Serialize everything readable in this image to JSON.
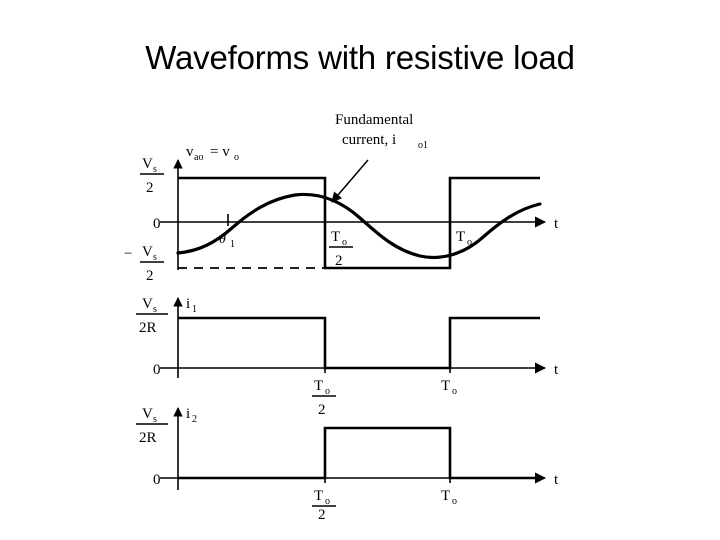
{
  "slide": {
    "title": "Waveforms with resistive load"
  },
  "figure": {
    "annotation": {
      "line1": "Fundamental",
      "line2_prefix": "current, i",
      "line2_subscript": "o1"
    },
    "plots": [
      {
        "id": "voltage",
        "signal_label_main": "v",
        "signal_label_sub": "ao",
        "signal_label_eq": "= v",
        "signal_label_sub2": "o",
        "y_labels": [
          {
            "numerator": "V",
            "numerator_sub": "s",
            "denominator": "2",
            "sign": ""
          },
          {
            "zero": "0"
          },
          {
            "numerator": "V",
            "numerator_sub": "s",
            "denominator": "2",
            "sign": "−"
          }
        ],
        "x_labels": [
          {
            "numerator": "T",
            "numerator_sub": "o",
            "denominator": "2"
          },
          {
            "plain": "T",
            "plain_sub": "o"
          }
        ],
        "axis_label": "t",
        "angle_label": "θ",
        "angle_sub": "1"
      },
      {
        "id": "current-1",
        "signal_label_main": "i",
        "signal_label_sub": "1",
        "y_labels": [
          {
            "numerator": "V",
            "numerator_sub": "s",
            "denominator": "2R"
          },
          {
            "zero": "0"
          }
        ],
        "x_labels": [
          {
            "numerator": "T",
            "numerator_sub": "o",
            "denominator": "2"
          },
          {
            "plain": "T",
            "plain_sub": "o"
          }
        ],
        "axis_label": "t"
      },
      {
        "id": "current-2",
        "signal_label_main": "i",
        "signal_label_sub": "2",
        "y_labels": [
          {
            "numerator": "V",
            "numerator_sub": "s",
            "denominator": "2R"
          },
          {
            "zero": "0"
          }
        ],
        "x_labels": [
          {
            "numerator": "T",
            "numerator_sub": "o",
            "denominator": "2"
          },
          {
            "plain": "T",
            "plain_sub": "o"
          }
        ],
        "axis_label": "t"
      }
    ]
  },
  "chart_data": {
    "type": "line",
    "title": "Waveforms with resistive load",
    "xlabel": "t",
    "ylabel": "",
    "x_tick_labels": [
      "0",
      "To/2",
      "To"
    ],
    "x_tick_values": [
      0,
      0.5,
      1.0
    ],
    "xlim": [
      0,
      1.28
    ],
    "grid": false,
    "legend": "none",
    "subplots": [
      {
        "name": "output-voltage",
        "ylabel": "v_ao = v_o",
        "y_tick_labels": [
          "Vs/2",
          "0",
          "-Vs/2"
        ],
        "y_tick_values": [
          0.5,
          0,
          -0.5
        ],
        "ylim": [
          -0.62,
          0.62
        ],
        "annotations": [
          {
            "text": "Fundamental current, i_o1",
            "points_to_x": 0.52,
            "points_to_y": 0.27
          },
          {
            "text": "theta_1",
            "at_x": 0.07,
            "at_y": 0
          }
        ],
        "series": [
          {
            "name": "v_o (square wave)",
            "type": "square",
            "amplitude": 0.5,
            "period": 1.0,
            "duty": 0.5,
            "x": [
              0,
              0,
              0.5,
              0.5,
              1.0,
              1.0,
              1.28
            ],
            "values": [
              0,
              0.5,
              0.5,
              -0.5,
              -0.5,
              0.5,
              0.5
            ],
            "style": "solid"
          },
          {
            "name": "-Vs/2 reference",
            "type": "reference",
            "x": [
              0,
              0.5
            ],
            "values": [
              -0.5,
              -0.5
            ],
            "style": "dashed"
          },
          {
            "name": "i_o1 (fundamental current)",
            "type": "sine",
            "amplitude": 0.35,
            "period": 1.0,
            "phase_deg": -30,
            "x": [
              0,
              0.08,
              0.17,
              0.25,
              0.33,
              0.42,
              0.5,
              0.58,
              0.67,
              0.75,
              0.83,
              0.92,
              1.0,
              1.08,
              1.17,
              1.25
            ],
            "values": [
              -0.35,
              -0.27,
              -0.13,
              0.05,
              0.22,
              0.32,
              0.35,
              0.31,
              0.19,
              0.02,
              -0.17,
              -0.3,
              -0.35,
              -0.28,
              -0.12,
              0.08
            ],
            "style": "solid"
          }
        ]
      },
      {
        "name": "switch-current-i1",
        "ylabel": "i_1",
        "y_tick_labels": [
          "Vs/2R",
          "0"
        ],
        "y_tick_values": [
          1,
          0
        ],
        "ylim": [
          0,
          1.3
        ],
        "series": [
          {
            "name": "i_1",
            "type": "square",
            "high": 1,
            "low": 0,
            "period": 1.0,
            "duty": 0.5,
            "x": [
              0,
              0,
              0.5,
              0.5,
              1.0,
              1.0,
              1.28
            ],
            "values": [
              0,
              1,
              1,
              0,
              0,
              1,
              1
            ],
            "style": "solid"
          }
        ]
      },
      {
        "name": "switch-current-i2",
        "ylabel": "i_2",
        "y_tick_labels": [
          "Vs/2R",
          "0"
        ],
        "y_tick_values": [
          1,
          0
        ],
        "ylim": [
          0,
          1.3
        ],
        "series": [
          {
            "name": "i_2",
            "type": "square",
            "high": 1,
            "low": 0,
            "period": 1.0,
            "duty": 0.5,
            "phase_shift": 0.5,
            "x": [
              0,
              0.5,
              0.5,
              1.0,
              1.0,
              1.28
            ],
            "values": [
              0,
              0,
              1,
              1,
              0,
              0
            ],
            "style": "solid"
          }
        ]
      }
    ]
  }
}
